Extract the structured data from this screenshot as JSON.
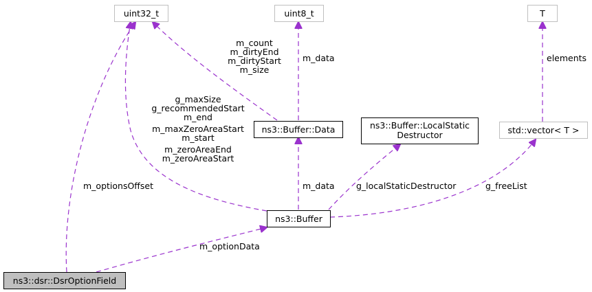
{
  "colors": {
    "edge": "#9a32cd",
    "external_border": "#bfbfbf",
    "class_border": "#000000",
    "focus_fill": "#bfbfbf",
    "node_fill": "#ffffff"
  },
  "nodes": {
    "uint32": {
      "label": "uint32_t",
      "kind": "external"
    },
    "uint8": {
      "label": "uint8_t",
      "kind": "external"
    },
    "t": {
      "label": "T",
      "kind": "external"
    },
    "buffer_data": {
      "label": "ns3::Buffer::Data",
      "kind": "class"
    },
    "local_static": {
      "label_lines": [
        "ns3::Buffer::LocalStatic",
        "Destructor"
      ],
      "kind": "class"
    },
    "std_vector": {
      "label": "std::vector< T >",
      "kind": "external"
    },
    "buffer": {
      "label": "ns3::Buffer",
      "kind": "class"
    },
    "dsr_option_field": {
      "label": "ns3::dsr::DsrOptionField",
      "kind": "focus"
    }
  },
  "edges": {
    "data_to_uint32": {
      "labels": [
        "m_count",
        "m_dirtyEnd",
        "m_dirtyStart",
        "m_size"
      ]
    },
    "data_to_uint8": {
      "labels": [
        "m_data"
      ]
    },
    "vector_to_t": {
      "labels": [
        "elements"
      ]
    },
    "buffer_to_uint32": {
      "labels": [
        "g_maxSize",
        "g_recommendedStart",
        "m_end",
        "m_maxZeroAreaStart",
        "m_start",
        "m_zeroAreaEnd",
        "m_zeroAreaStart"
      ]
    },
    "buffer_to_data": {
      "labels": [
        "m_data"
      ]
    },
    "buffer_to_local_static": {
      "labels": [
        "g_localStaticDestructor"
      ]
    },
    "buffer_to_vector": {
      "labels": [
        "g_freeList"
      ]
    },
    "field_to_uint32": {
      "labels": [
        "m_optionsOffset"
      ]
    },
    "field_to_buffer": {
      "labels": [
        "m_optionData"
      ]
    }
  }
}
